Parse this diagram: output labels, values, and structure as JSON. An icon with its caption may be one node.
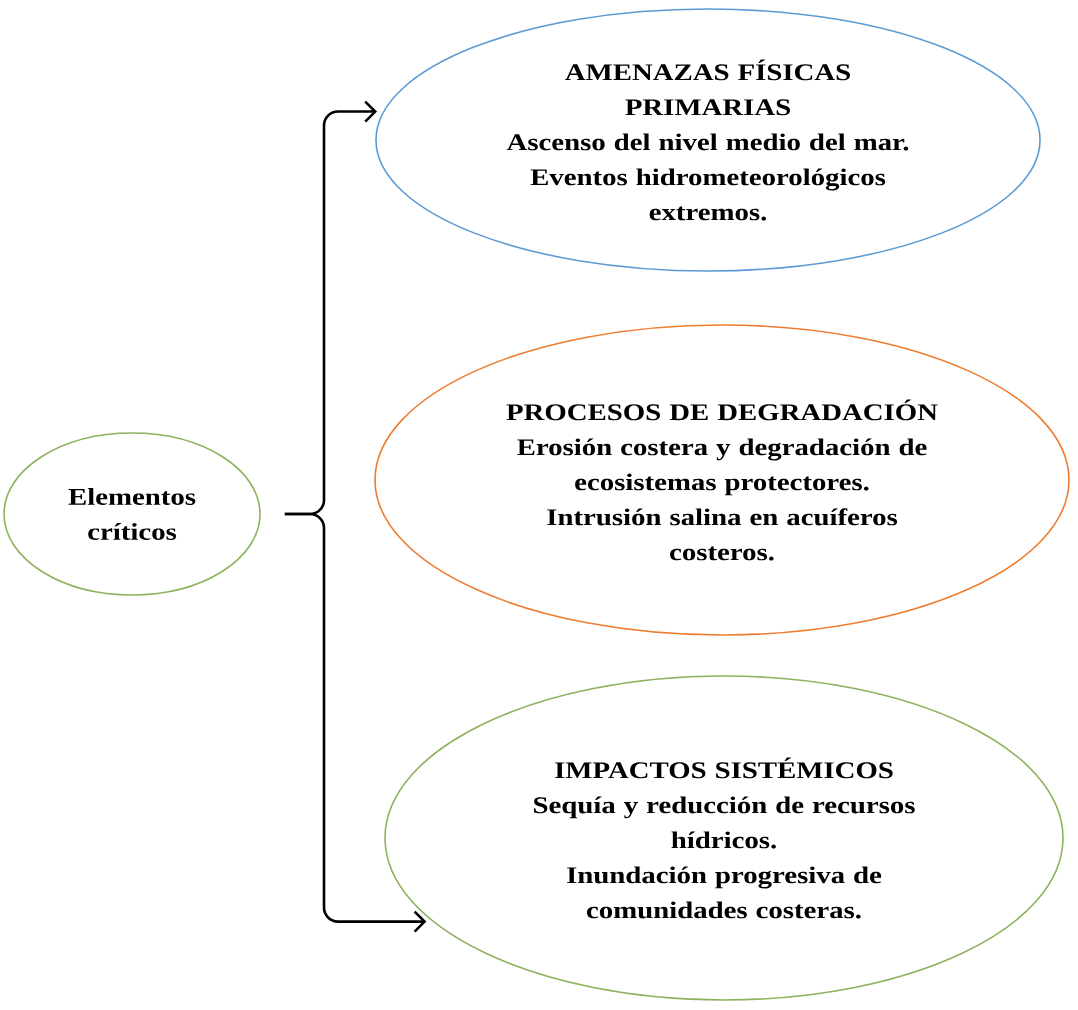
{
  "diagram": {
    "nodes": [
      {
        "text": [
          "Elementos críticos"
        ]
      },
      {
        "text": [
          "AMENAZAS FÍSICAS PRIMARIAS",
          "Ascenso del nivel medio del mar.",
          "Eventos hidrometeorológicos extremos."
        ]
      },
      {
        "text": [
          "PROCESOS DE DEGRADACIÓN",
          "Erosión costera y degradación de ecosistemas protectores.",
          "Intrusión salina en acuíferos costeros."
        ]
      },
      {
        "text": [
          "IMPACTOS SISTÉMICOS",
          "Sequía y reducción de recursos hídricos.",
          "Inundación progresiva de comunidades costeras."
        ]
      }
    ],
    "edges": [
      {
        "from": 0,
        "to": 1,
        "arrow": "to"
      },
      {
        "from": 0,
        "to": 3,
        "arrow": "to"
      }
    ]
  }
}
